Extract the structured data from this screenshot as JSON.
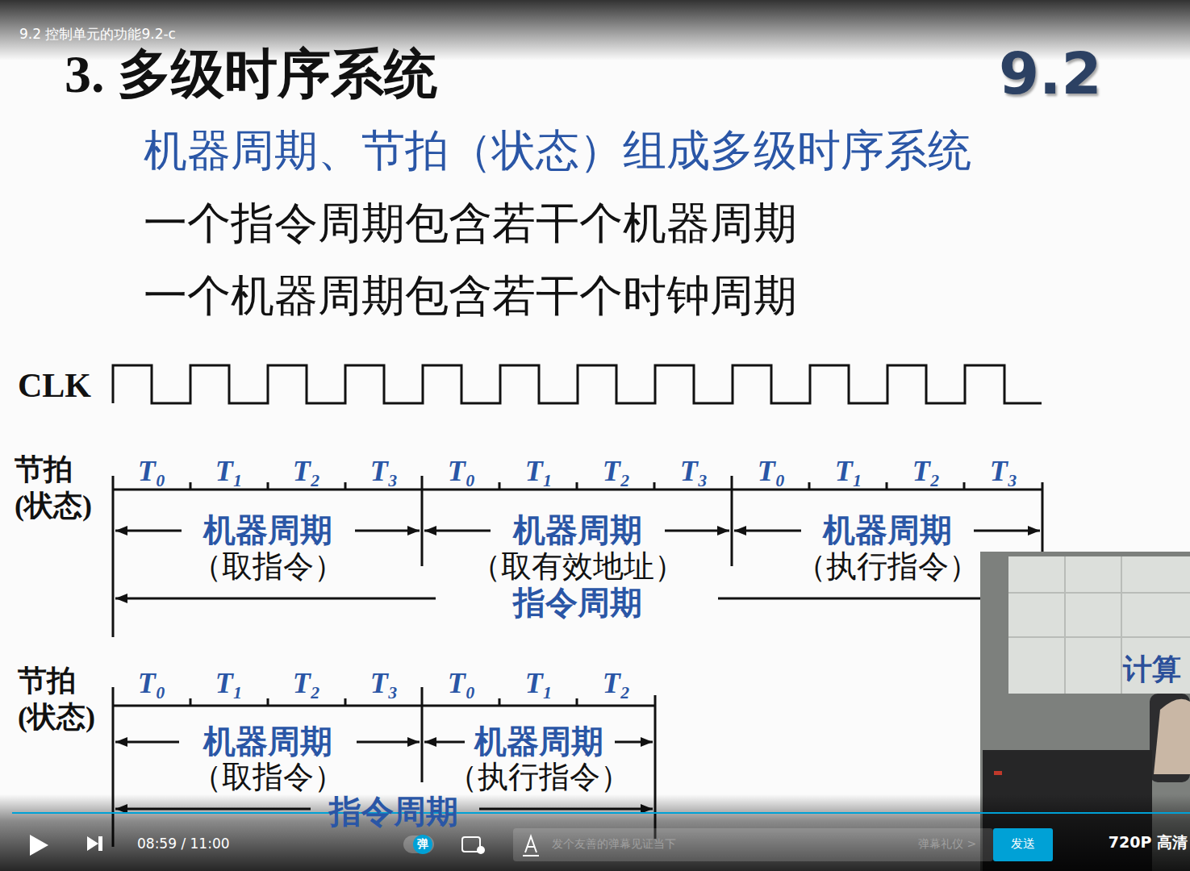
{
  "diagram": {
    "title": "3. 多级时序系统",
    "labels": [
      "9.2 控制单元的功能9.2-c",
      "9.2",
      "机器周期、节拍（状态）组成多级时序系统",
      "一个指令周期包含若干个机器周期",
      "一个机器周期包含若干个时钟周期",
      "CLK",
      "节拍 (状态)",
      "T₀",
      "T₁",
      "T₂",
      "T₃",
      "T₀",
      "T₁",
      "T₂",
      "T₃",
      "T₀",
      "T₁",
      "T₂",
      "T₃",
      "机器周期",
      "（取指令）",
      "机器周期",
      "（取有效地址）",
      "机器周期",
      "（执行指令）",
      "指令周期",
      "节拍 (状态)",
      "T₀",
      "T₁",
      "T₂",
      "T₃",
      "T₀",
      "T₁",
      "T₂",
      "机器周期",
      "（取指令）",
      "机器周期",
      "（执行指令）",
      "指令周期",
      "08:59 / 11:00",
      "弹",
      "发个友善的弹幕见证当下",
      "弹幕礼仪 >",
      "发送",
      "720P 高清",
      "计算"
    ]
  }
}
